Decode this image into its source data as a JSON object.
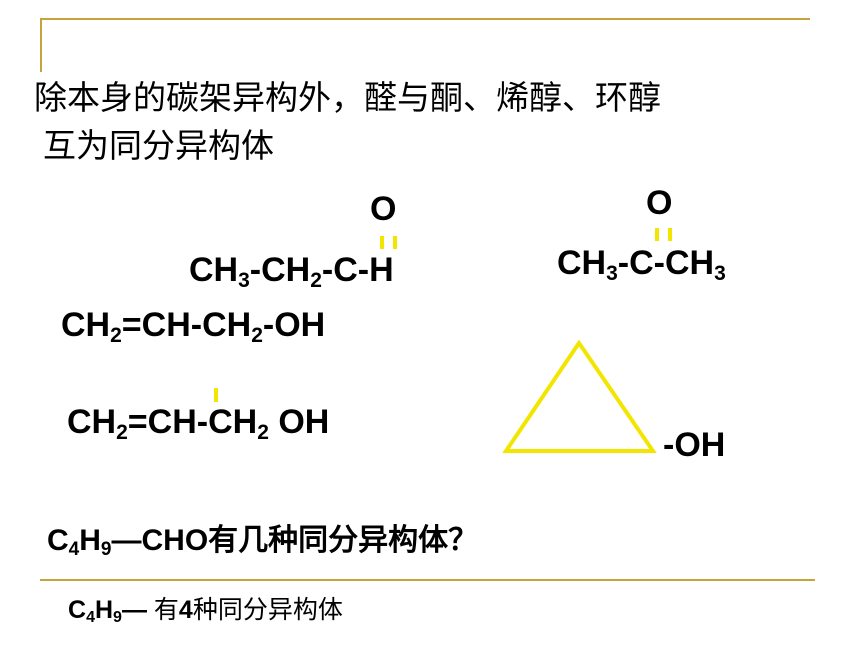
{
  "slide": {
    "intro_line1": "除本身的碳架异构外，醛与酮、烯醇、环醇",
    "intro_line2": "互为同分异构体"
  },
  "aldehyde": {
    "oxygen": "O",
    "f1": "CH",
    "s1": "3",
    "f2": "-CH",
    "s2": "2",
    "f3": "-C-H"
  },
  "ketone": {
    "oxygen": "O",
    "f1": "CH",
    "s1": "3",
    "f2": "-C-CH",
    "s2": "3"
  },
  "enol": {
    "f1": "CH",
    "s1": "2",
    "f2": "=CH-CH",
    "s2": "2",
    "f3": "-OH"
  },
  "enol2": {
    "f1": "CH",
    "s1": "2",
    "f2": "=CH-CH",
    "s2": "2",
    "f3": " OH"
  },
  "cyclic": {
    "oh_label": "-OH"
  },
  "question": {
    "c": "C",
    "s1": "4",
    "h": "H",
    "s2": "9",
    "rest": "—CHO",
    "cn": "有几种同分异构体？"
  },
  "answer": {
    "c": "C",
    "s1": "4",
    "h": "H",
    "s2": "9",
    "dash": "— ",
    "cn1": "有",
    "num": "4",
    "cn2": "种同分异构体"
  },
  "colors": {
    "bond": "#f2e600",
    "rule": "#c8a23c"
  }
}
